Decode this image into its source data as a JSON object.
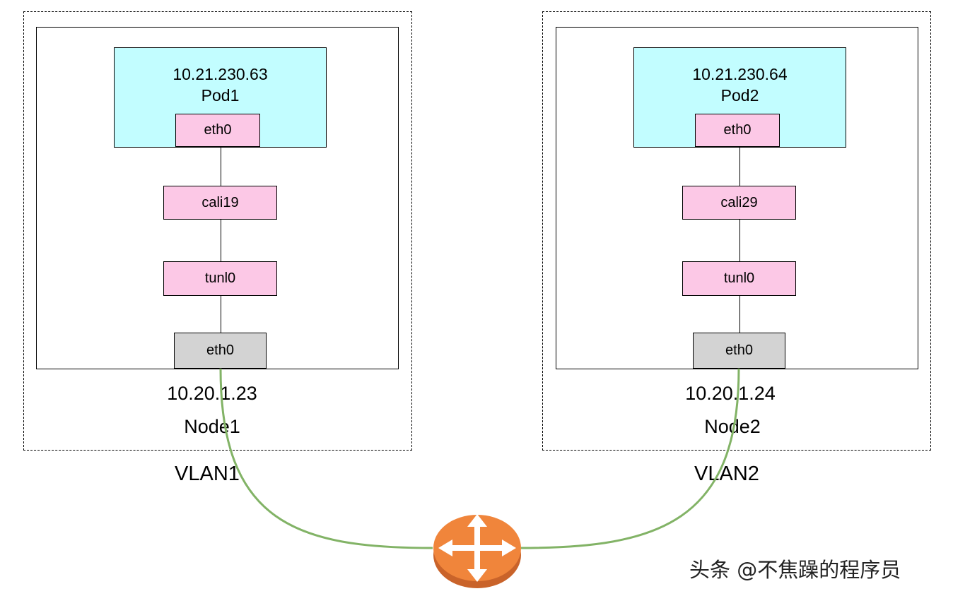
{
  "nodes": [
    {
      "pod_ip": "10.21.230.63",
      "pod_name": "Pod1",
      "pod_iface": "eth0",
      "veth": "cali19",
      "tunnel": "tunl0",
      "host_iface": "eth0",
      "node_ip": "10.20.1.23",
      "node_name": "Node1",
      "vlan": "VLAN1"
    },
    {
      "pod_ip": "10.21.230.64",
      "pod_name": "Pod2",
      "pod_iface": "eth0",
      "veth": "cali29",
      "tunnel": "tunl0",
      "host_iface": "eth0",
      "node_ip": "10.20.1.24",
      "node_name": "Node2",
      "vlan": "VLAN2"
    }
  ],
  "router": {
    "icon": "router-icon"
  },
  "link_color": "#82b366",
  "router_color": "#f0853b",
  "watermark": "头条 @不焦躁的程序员"
}
